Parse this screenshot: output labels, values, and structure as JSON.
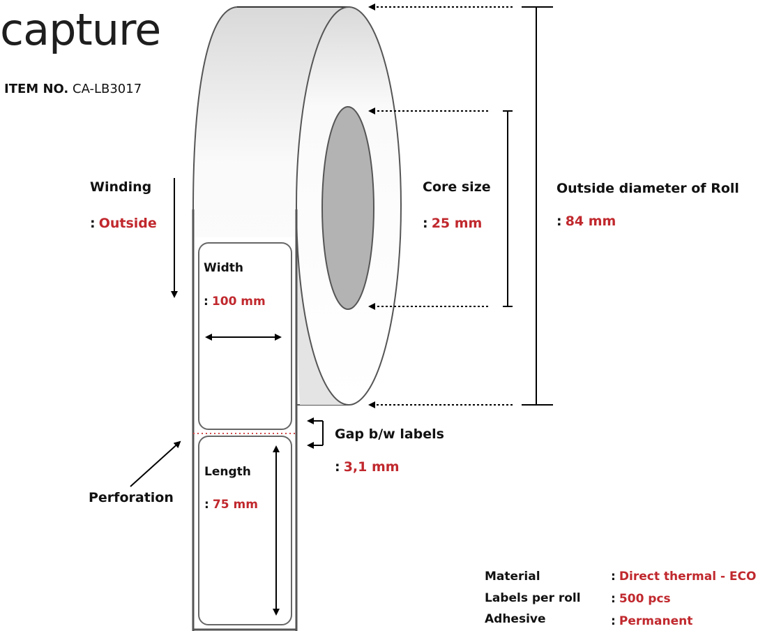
{
  "brand": {
    "logo_text": "capture"
  },
  "item": {
    "label": "ITEM NO.",
    "number": "CA-LB3017"
  },
  "winding": {
    "label": "Winding",
    "value": "Outside"
  },
  "core_size": {
    "label": "Core size",
    "value": "25 mm"
  },
  "outside_diameter": {
    "label": "Outside diameter of Roll",
    "value": "84 mm"
  },
  "width": {
    "label": "Width",
    "value": "100 mm"
  },
  "length": {
    "label": "Length",
    "value": "75 mm"
  },
  "gap": {
    "label": "Gap b/w labels",
    "value": "3,1 mm"
  },
  "perforation": {
    "label": "Perforation"
  },
  "specs": [
    {
      "label": "Material",
      "value": "Direct thermal - ECO"
    },
    {
      "label": "Labels per roll",
      "value": "500 pcs"
    },
    {
      "label": "Adhesive",
      "value": "Permanent"
    }
  ],
  "separator": ":",
  "colors": {
    "accent_red": "#c0282d",
    "core_gray": "#b3b3b3",
    "outline": "#555555"
  }
}
